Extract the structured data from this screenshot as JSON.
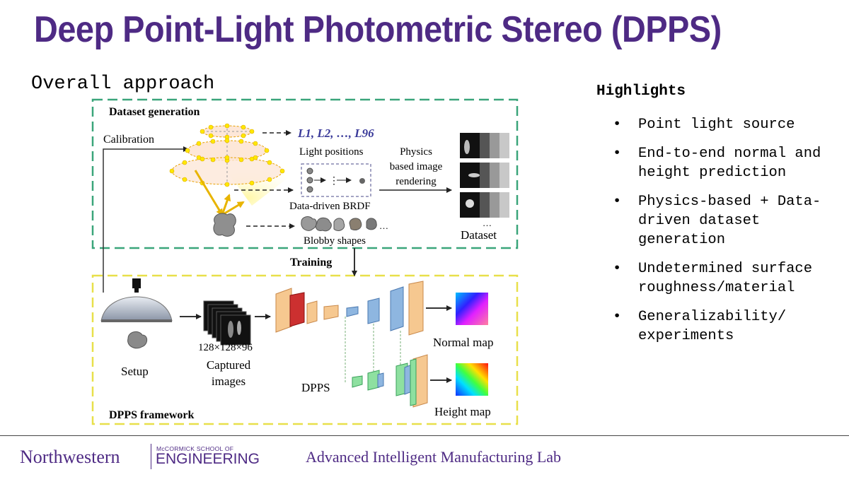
{
  "slide": {
    "title": "Deep Point-Light Photometric Stereo (DPPS)",
    "subtitle": "Overall approach"
  },
  "highlights": {
    "title": "Highlights",
    "bullet": "•",
    "items": [
      "Point light source",
      "End-to-end normal and height prediction",
      "Physics-based + Data-driven dataset generation",
      "Undetermined surface roughness/material",
      "Generalizability/ experiments"
    ]
  },
  "diagram": {
    "dataset_generation": "Dataset generation",
    "calibration": "Calibration",
    "light_vector": "L1, L2, …, L96",
    "light_positions": "Light positions",
    "physics": [
      "Physics",
      "based image",
      "rendering"
    ],
    "brdf": "Data-driven BRDF",
    "blobby": "Blobby shapes",
    "dataset": "Dataset",
    "training": "Training",
    "framework": "DPPS framework",
    "setup": "Setup",
    "dims": "128×128×96",
    "captured": [
      "Captured",
      "images"
    ],
    "dpps": "DPPS",
    "normal_map": "Normal map",
    "height_map": "Height map",
    "ellipsis": "…"
  },
  "colors": {
    "accent": "#4e2a84",
    "dataset_box": "#3aa57a",
    "framework_box": "#e8e04a"
  },
  "footer": {
    "university": "Northwestern",
    "school_small": "McCORMICK SCHOOL OF",
    "school": "ENGINEERING",
    "lab": "Advanced Intelligent Manufacturing Lab"
  }
}
